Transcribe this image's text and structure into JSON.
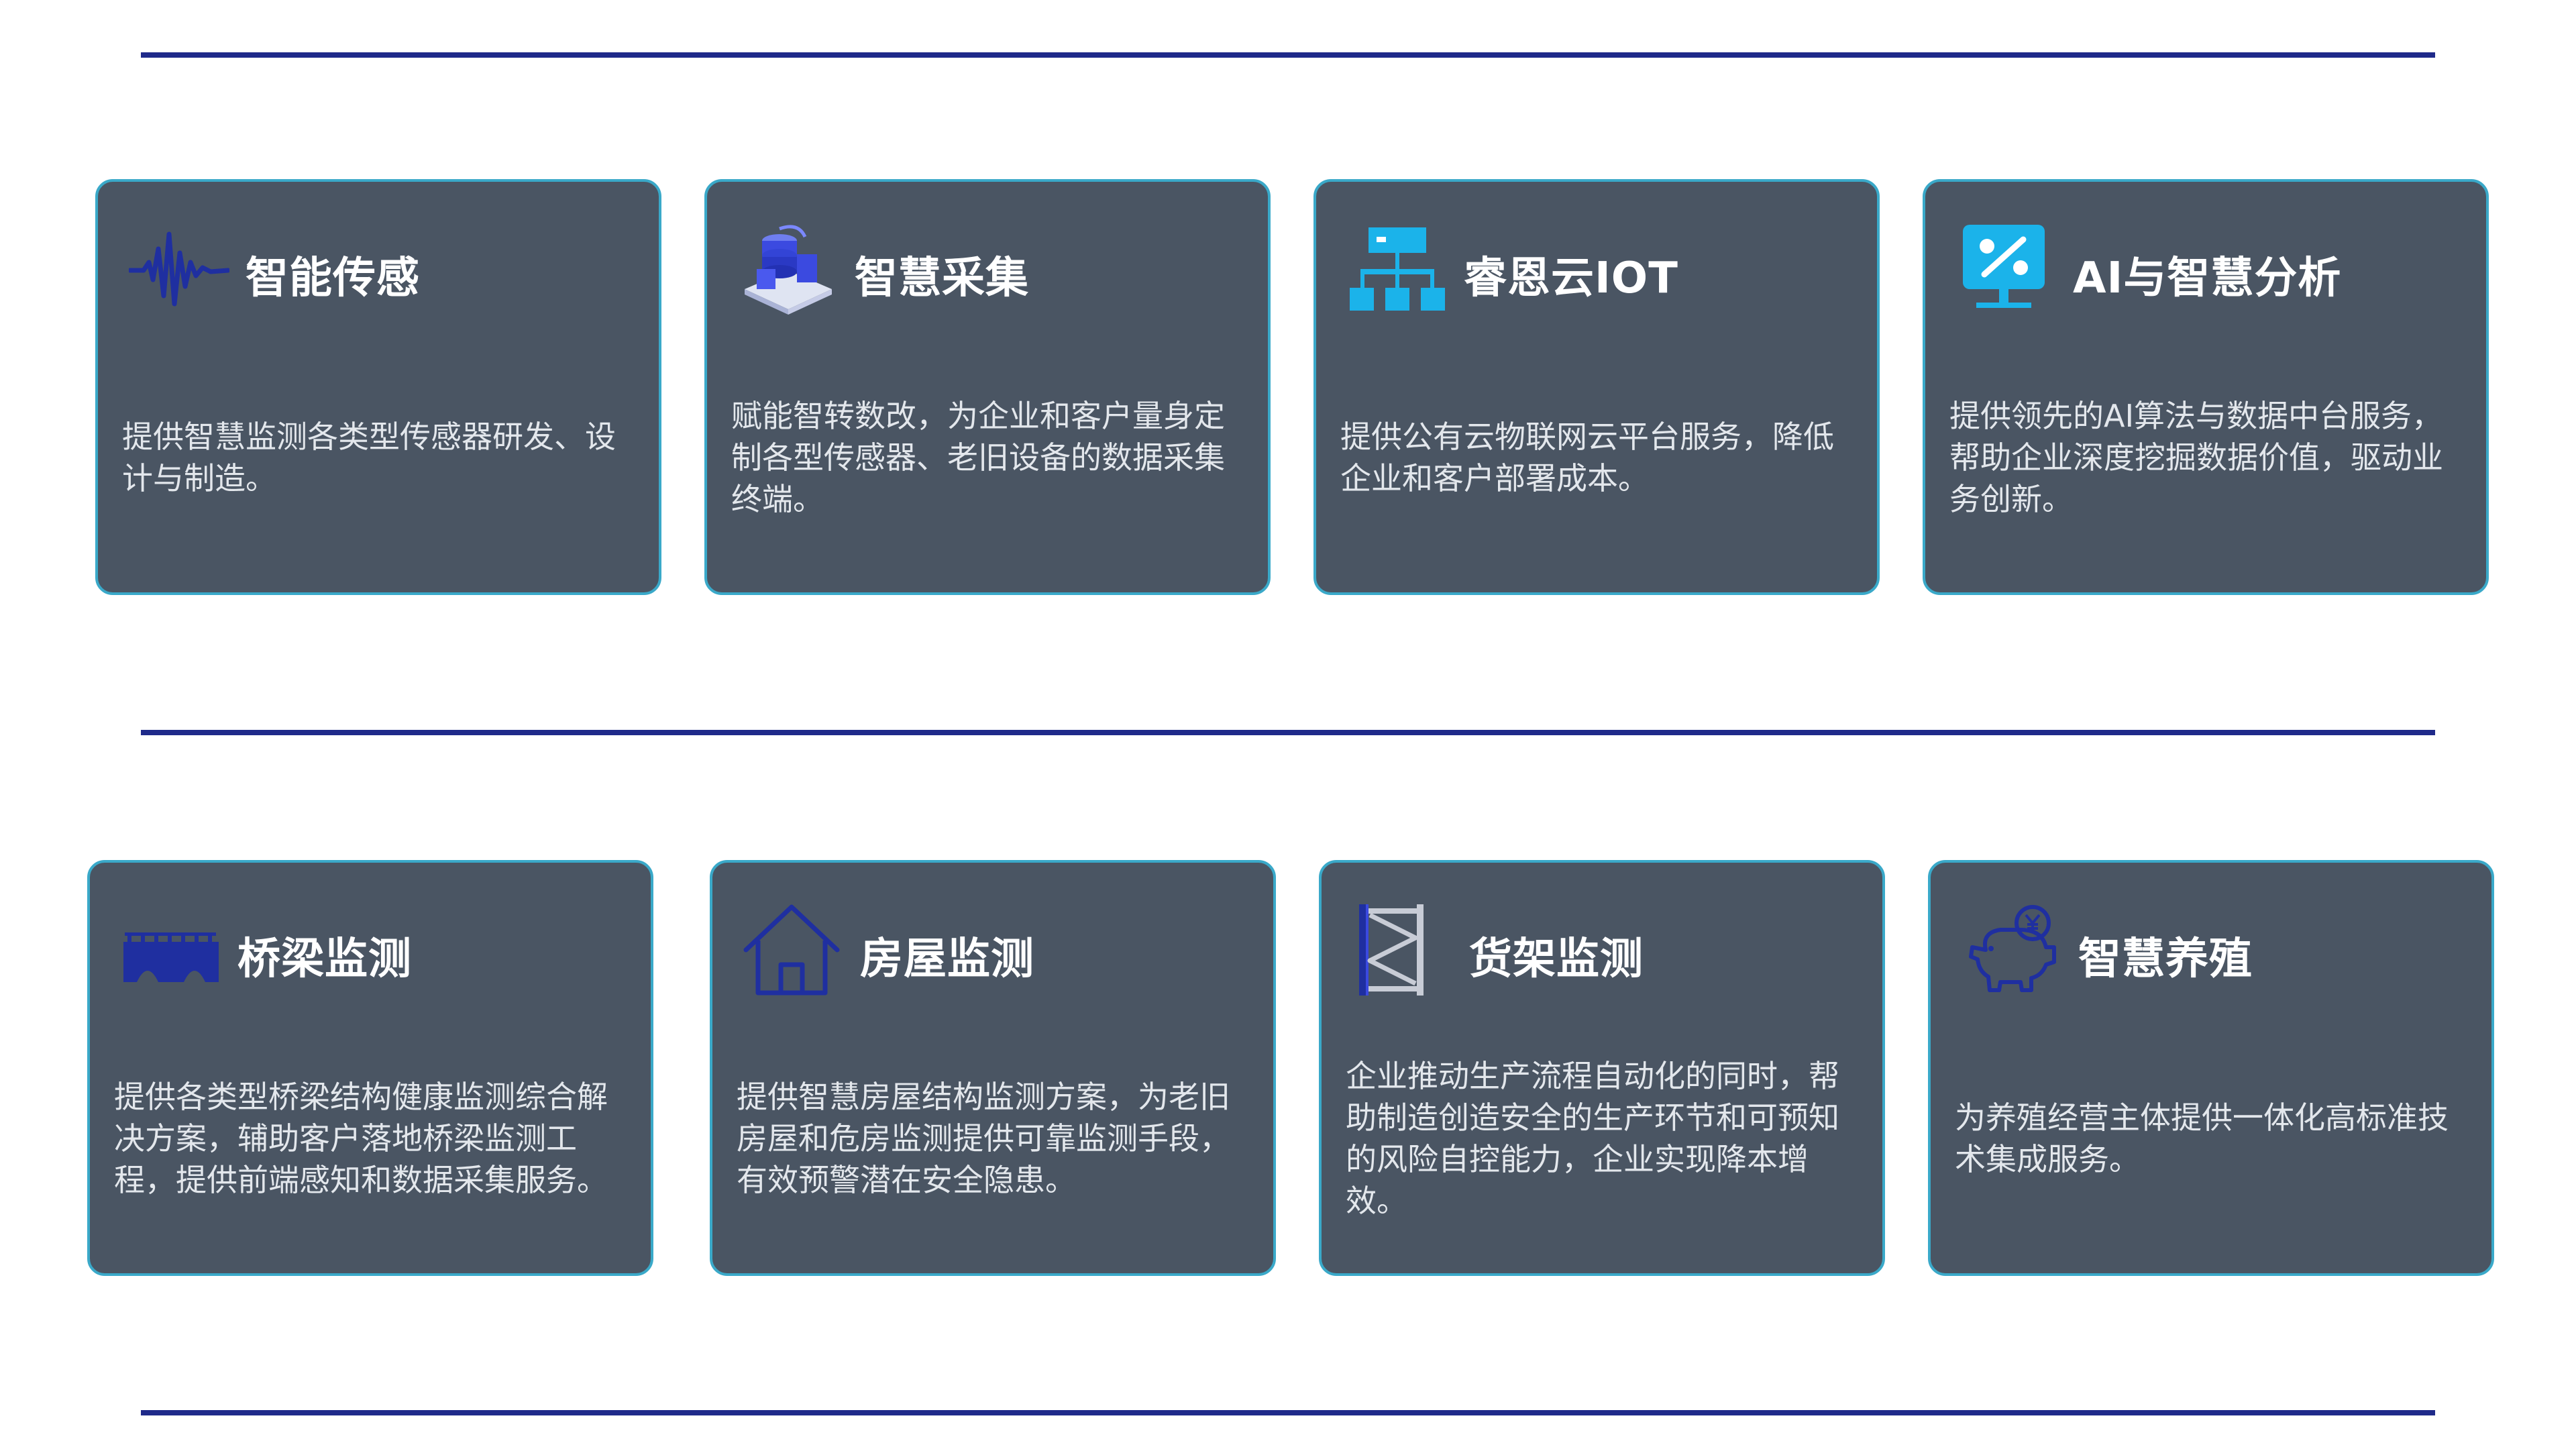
{
  "cards": [
    {
      "title": "智能传感",
      "icon": "waveform-icon",
      "description": "提供智慧监测各类型传感器研发、设计与制造。"
    },
    {
      "title": "智慧采集",
      "icon": "data-server-icon",
      "description": "赋能智转数改，为企业和客户量身定制各型传感器、老旧设备的数据采集终端。"
    },
    {
      "title": "睿恩云IOT",
      "icon": "network-topology-icon",
      "description": "提供公有云物联网云平台服务，降低企业和客户部署成本。"
    },
    {
      "title": "AI与智慧分析",
      "icon": "analytics-monitor-icon",
      "description": "提供领先的AI算法与数据中台服务，帮助企业深度挖掘数据价值，驱动业务创新。"
    },
    {
      "title": "桥梁监测",
      "icon": "bridge-icon",
      "description": "提供各类型桥梁结构健康监测综合解决方案，辅助客户落地桥梁监测工程，提供前端感知和数据采集服务。"
    },
    {
      "title": "房屋监测",
      "icon": "house-icon",
      "description": "提供智慧房屋结构监测方案，为老旧房屋和危房监测提供可靠监测手段，有效预警潜在安全隐患。"
    },
    {
      "title": "货架监测",
      "icon": "shelf-rack-icon",
      "description": "企业推动生产流程自动化的同时，帮助制造创造安全的生产环节和可预知的风险自控能力，企业实现降本增效。"
    },
    {
      "title": "智慧养殖",
      "icon": "piggy-bank-icon",
      "description": "为养殖经营主体提供一体化高标准技术集成服务。"
    }
  ],
  "colors": {
    "rule": "#1f2a8a",
    "card_background": "#4a5563",
    "card_border": "#3aa9c9",
    "icon_navy": "#1f2fa0",
    "icon_cyan": "#1bb3ea"
  }
}
